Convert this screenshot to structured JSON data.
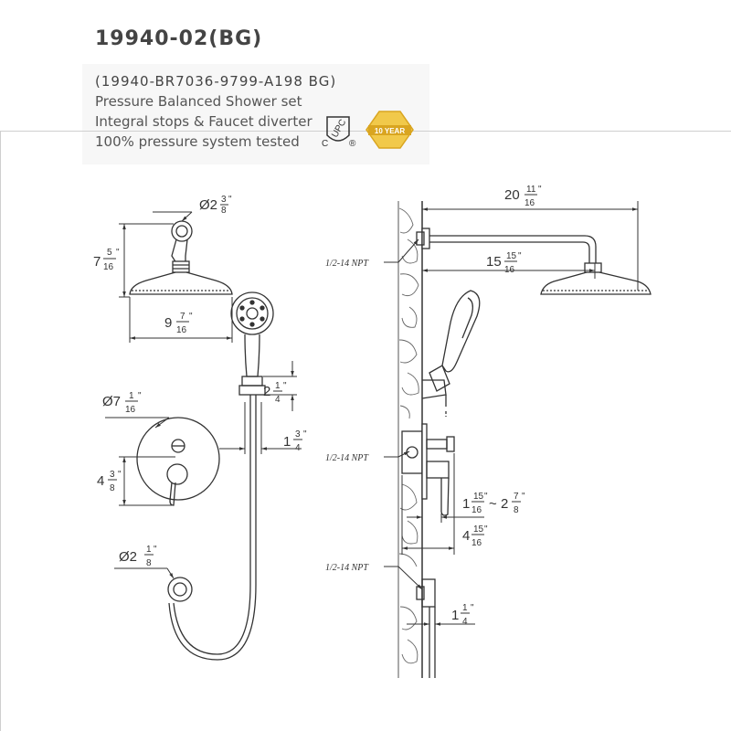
{
  "header": {
    "product_code": "19940-02(BG)",
    "model_number": "(19940-BR7036-9799-A198  BG)",
    "line1": "Pressure Balanced Shower set",
    "line2": "Integral stops  & Faucet diverter",
    "line3": "100% pressure system tested",
    "cert_upc_text": "UPC",
    "cert_c": "C",
    "cert_r": "®",
    "warranty_text": "10 YEAR"
  },
  "dimensions": {
    "arm_dia": {
      "lead": "Ø2",
      "num": "3",
      "den": "8",
      "mark": "\""
    },
    "head_height": {
      "lead": "7",
      "num": "5",
      "den": "16",
      "mark": "\""
    },
    "head_width": {
      "lead": "9",
      "num": "7",
      "den": "16",
      "mark": "\""
    },
    "holder": {
      "lead": "2",
      "num": "1",
      "den": "4",
      "mark": "\""
    },
    "plate_dia": {
      "lead": "Ø7",
      "num": "1",
      "den": "16",
      "mark": "\""
    },
    "trim_offset": {
      "lead": "1",
      "num": "3",
      "den": "4",
      "mark": "\""
    },
    "handle": {
      "lead": "4",
      "num": "3",
      "den": "8",
      "mark": "\""
    },
    "elbow_dia": {
      "lead": "Ø2",
      "num": "1",
      "den": "8",
      "mark": "\""
    },
    "arm_length": {
      "lead": "20",
      "num": "11",
      "den": "16",
      "mark": "\""
    },
    "arm_reach": {
      "lead": "15",
      "num": "15",
      "den": "16",
      "mark": "\""
    },
    "rough_range_a": {
      "lead": "1",
      "num": "15",
      "den": "16",
      "mark": "\""
    },
    "rough_range_sep": "~",
    "rough_range_b": {
      "lead": "2",
      "num": "7",
      "den": "8",
      "mark": "\""
    },
    "valve_depth": {
      "lead": "4",
      "num": "15",
      "den": "16",
      "mark": "\""
    },
    "elbow_depth": {
      "lead": "1",
      "num": "1",
      "den": "4",
      "mark": "\""
    }
  },
  "npt_labels": [
    "1/2-14 NPT",
    "1/2-14 NPT",
    "1/2-14 NPT"
  ]
}
